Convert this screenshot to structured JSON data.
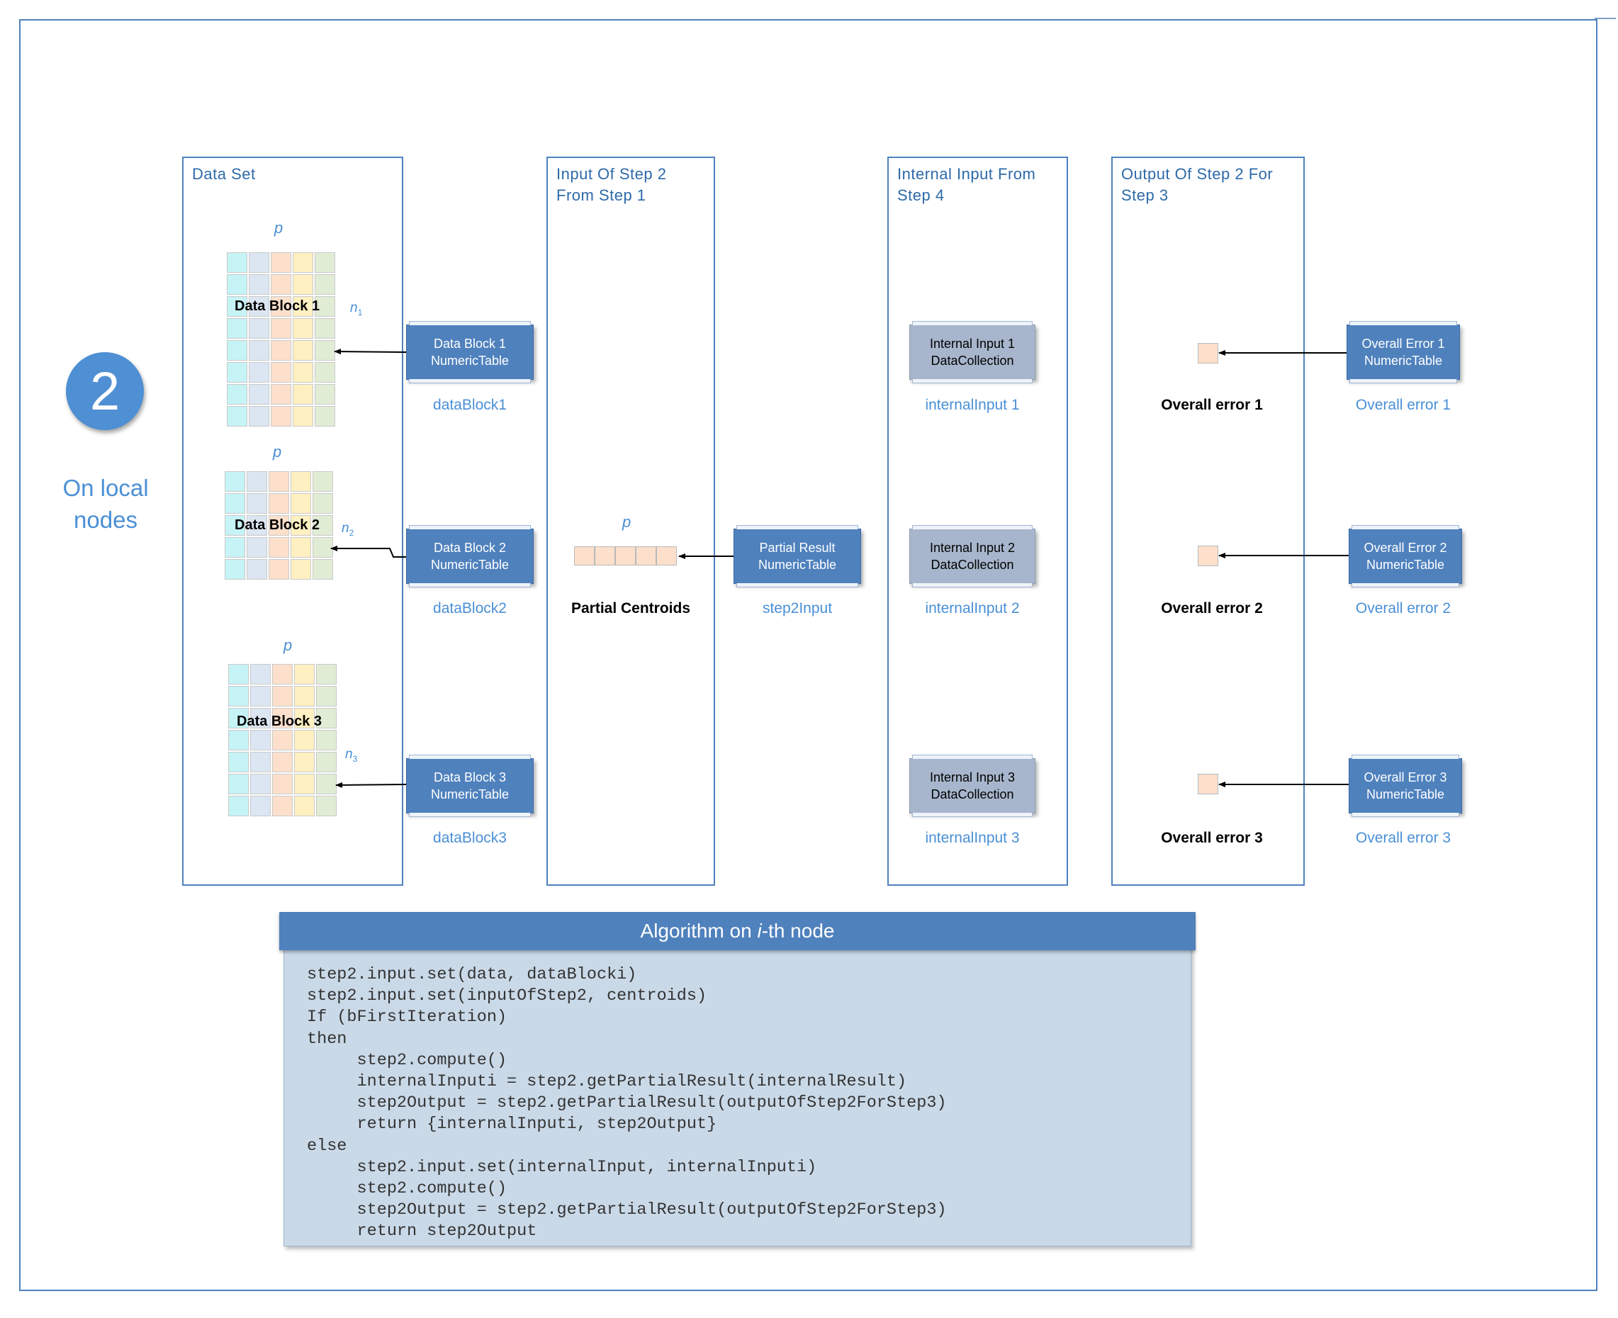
{
  "step": {
    "number": "2",
    "caption": "On local\nnodes"
  },
  "panels": {
    "data_set": "Data Set",
    "input_step2": "Input Of Step 2\nFrom Step 1",
    "internal_input": "Internal Input From\nStep 4",
    "output_step2": "Output Of Step 2 For\nStep 3"
  },
  "data_blocks": [
    {
      "grid_label": "Data Block 1",
      "p": "p",
      "n": "n",
      "n_sub": "1",
      "box_line1": "Data Block 1",
      "box_line2": "NumericTable",
      "var": "dataBlock1"
    },
    {
      "grid_label": "Data Block 2",
      "p": "p",
      "n": "n",
      "n_sub": "2",
      "box_line1": "Data Block 2",
      "box_line2": "NumericTable",
      "var": "dataBlock2"
    },
    {
      "grid_label": "Data Block 3",
      "p": "p",
      "n": "n",
      "n_sub": "3",
      "box_line1": "Data Block 3",
      "box_line2": "NumericTable",
      "var": "dataBlock3"
    }
  ],
  "partial": {
    "p": "p",
    "label": "Partial Centroids",
    "box_line1": "Partial Result",
    "box_line2": "NumericTable",
    "var": "step2Input"
  },
  "internal_inputs": [
    {
      "box_line1": "Internal Input 1",
      "box_line2": "DataCollection",
      "var": "internalInput 1"
    },
    {
      "box_line1": "Internal Input 2",
      "box_line2": "DataCollection",
      "var": "internalInput 2"
    },
    {
      "box_line1": "Internal Input 3",
      "box_line2": "DataCollection",
      "var": "internalInput 3"
    }
  ],
  "overall_errors": [
    {
      "label": "Overall error 1",
      "box_line1": "Overall Error 1",
      "box_line2": "NumericTable",
      "var": "Overall error 1"
    },
    {
      "label": "Overall error 2",
      "box_line1": "Overall Error 2",
      "box_line2": "NumericTable",
      "var": "Overall error 2"
    },
    {
      "label": "Overall error 3",
      "box_line1": "Overall Error 3",
      "box_line2": "NumericTable",
      "var": "Overall error 3"
    }
  ],
  "algorithm": {
    "title_pre": "Algorithm on ",
    "title_italic": "i",
    "title_post": "-th node",
    "code": [
      "step2.input.set(data, dataBlocki)",
      "step2.input.set(inputOfStep2, centroids)",
      "If (bFirstIteration)",
      "then",
      "     step2.compute()",
      "     internalInputi = step2.getPartialResult(internalResult)",
      "     step2Output = step2.getPartialResult(outputOfStep2ForStep3)",
      "     return {internalInputi, step2Output}",
      "else",
      "     step2.input.set(internalInput, internalInputi)",
      "     step2.compute()",
      "     step2Output = step2.getPartialResult(outputOfStep2ForStep3)",
      "     return step2Output"
    ]
  }
}
